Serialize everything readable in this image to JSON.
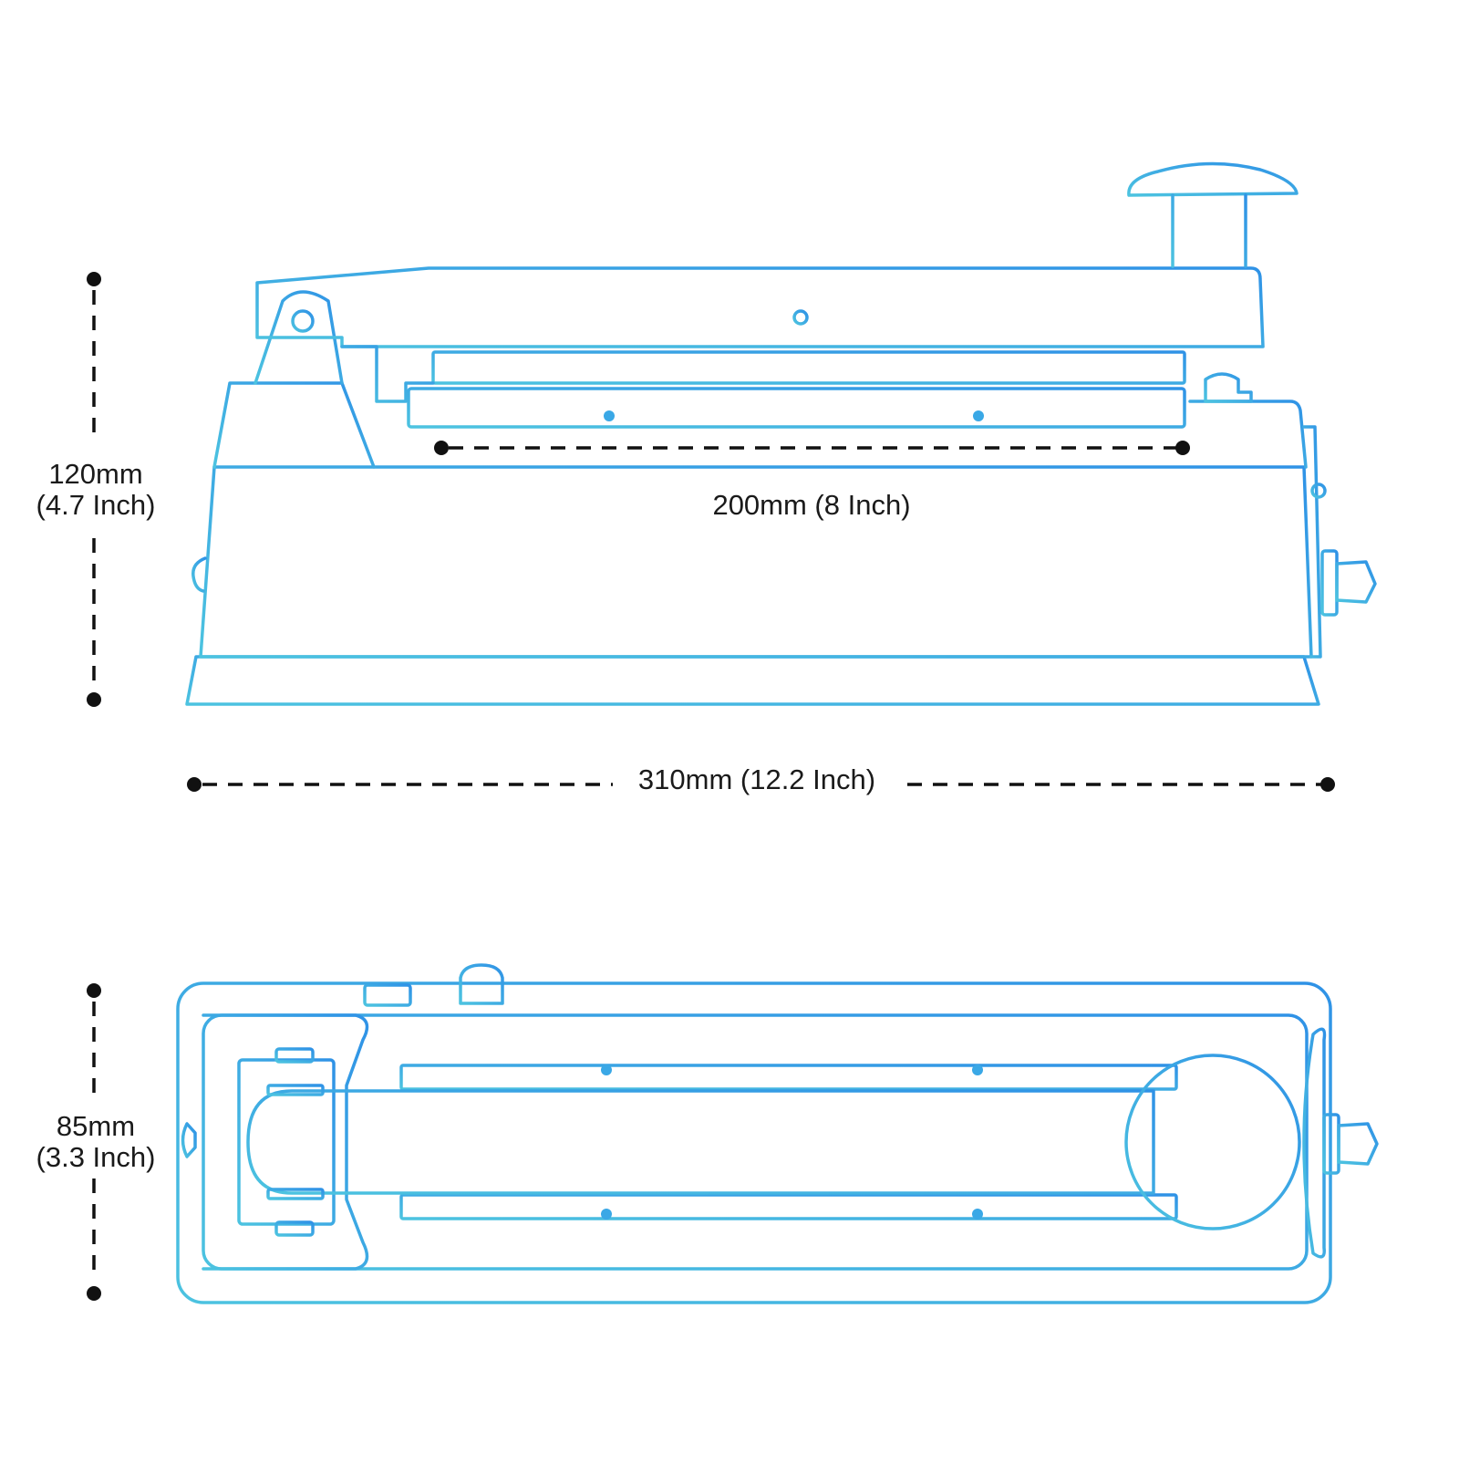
{
  "dimensions": {
    "height": {
      "mm": "120mm",
      "inch": "(4.7 Inch)"
    },
    "seal_length": {
      "label": "200mm (8 Inch)"
    },
    "length": {
      "label": "310mm (12.2 Inch)"
    },
    "depth": {
      "mm": "85mm",
      "inch": "(3.3 Inch)"
    }
  },
  "colors": {
    "line_gradient_start": "#4cc3e0",
    "line_gradient_end": "#2f92e6",
    "dimension_line": "#111111",
    "dot": "#3aa8e6"
  },
  "views": [
    "side-view",
    "top-view"
  ]
}
